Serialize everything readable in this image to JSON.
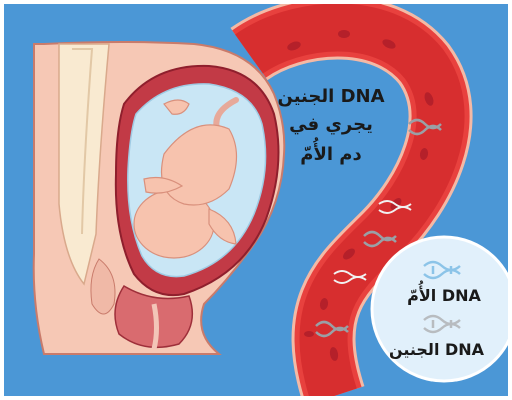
{
  "main_text": {
    "line1": "DNA الجنين",
    "line2": "يجري في",
    "line3": "دم الأُمّ"
  },
  "legend": {
    "mother_dna": "DNA الأُمّ",
    "fetal_dna": "DNA الجنين"
  },
  "colors": {
    "background": "#4b97d6",
    "vessel_wall": "#e8413e",
    "blood": "#d72e2f",
    "red_cell": "#b5202a",
    "fetal_dna_strand": "#9aa0a6",
    "mother_dna_strand": "#8cc4e8",
    "bubble": "#e1f0fb"
  }
}
